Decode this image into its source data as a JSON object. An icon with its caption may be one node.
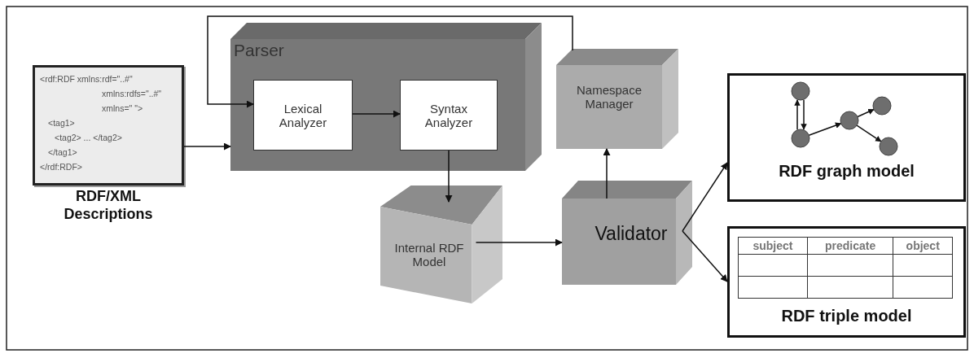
{
  "diagram": {
    "nodes": [
      {
        "text": [
          "<rdf:RDF xmlns:rdf=\"..#\"",
          "xmlns:rdfs=\"..#\"",
          "xmlns=\" \">",
          "<tag1>",
          "<tag2> ... </tag2>",
          "</tag1>",
          "</rdf:RDF>",
          "RDF/XML Descriptions"
        ]
      },
      {
        "text": [
          "Parser"
        ]
      },
      {
        "text": [
          "Lexical Analyzer"
        ],
        "in": 1
      },
      {
        "text": [
          "Syntax Analyzer"
        ],
        "in": 1
      },
      {
        "text": [
          "Namespace Manager"
        ]
      },
      {
        "text": [
          "Internal RDF Model"
        ]
      },
      {
        "text": [
          "Validator"
        ]
      },
      {
        "text": [
          "RDF graph model"
        ]
      },
      {
        "text": [
          "subject",
          "predicate",
          "object",
          "RDF triple model"
        ]
      }
    ],
    "edges": [
      {
        "from": 0,
        "to": 1,
        "arrow": "to"
      },
      {
        "from": 4,
        "to": 2,
        "arrow": "to"
      },
      {
        "from": 2,
        "to": 3,
        "arrow": "to"
      },
      {
        "from": 3,
        "to": 5,
        "arrow": "to"
      },
      {
        "from": 5,
        "to": 6,
        "arrow": "to"
      },
      {
        "from": 6,
        "to": 4,
        "arrow": "to"
      },
      {
        "from": 6,
        "to": 7,
        "arrow": "to"
      },
      {
        "from": 6,
        "to": 8,
        "arrow": "to"
      }
    ]
  }
}
